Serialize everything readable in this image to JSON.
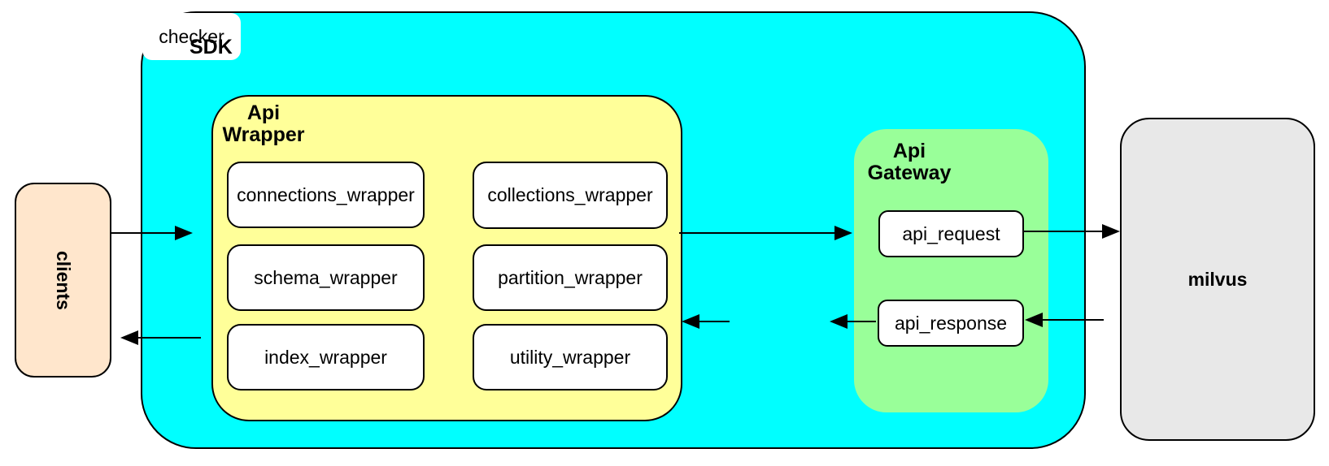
{
  "nodes": {
    "clients": {
      "label": "clients"
    },
    "sdk": {
      "label": "SDK"
    },
    "api_wrapper": {
      "label_line1": "Api",
      "label_line2": "Wrapper",
      "children": [
        "connections_wrapper",
        "collections_wrapper",
        "schema_wrapper",
        "partition_wrapper",
        "index_wrapper",
        "utility_wrapper"
      ]
    },
    "checker": {
      "label": "checker"
    },
    "api_gateway": {
      "label_line1": "Api",
      "label_line2": "Gateway",
      "children": [
        "api_request",
        "api_response"
      ]
    },
    "milvus": {
      "label": "milvus"
    }
  },
  "edges": [
    {
      "from": "clients",
      "to": "SDK"
    },
    {
      "from": "Api Wrapper",
      "to": "Api Gateway"
    },
    {
      "from": "api_request",
      "to": "milvus"
    },
    {
      "from": "milvus",
      "to": "api_response"
    },
    {
      "from": "api_response",
      "to": "checker"
    },
    {
      "from": "checker",
      "to": "Api Wrapper"
    },
    {
      "from": "Api Wrapper",
      "to": "clients"
    }
  ],
  "colors": {
    "sdk_fill": "#00FFFF",
    "api_wrapper_fill": "#FFFF99",
    "api_gateway_fill": "#99FF99",
    "clients_fill": "#FFE6CC",
    "milvus_fill": "#E8E8E8",
    "node_fill": "#FFFFFF",
    "border": "#000000"
  }
}
